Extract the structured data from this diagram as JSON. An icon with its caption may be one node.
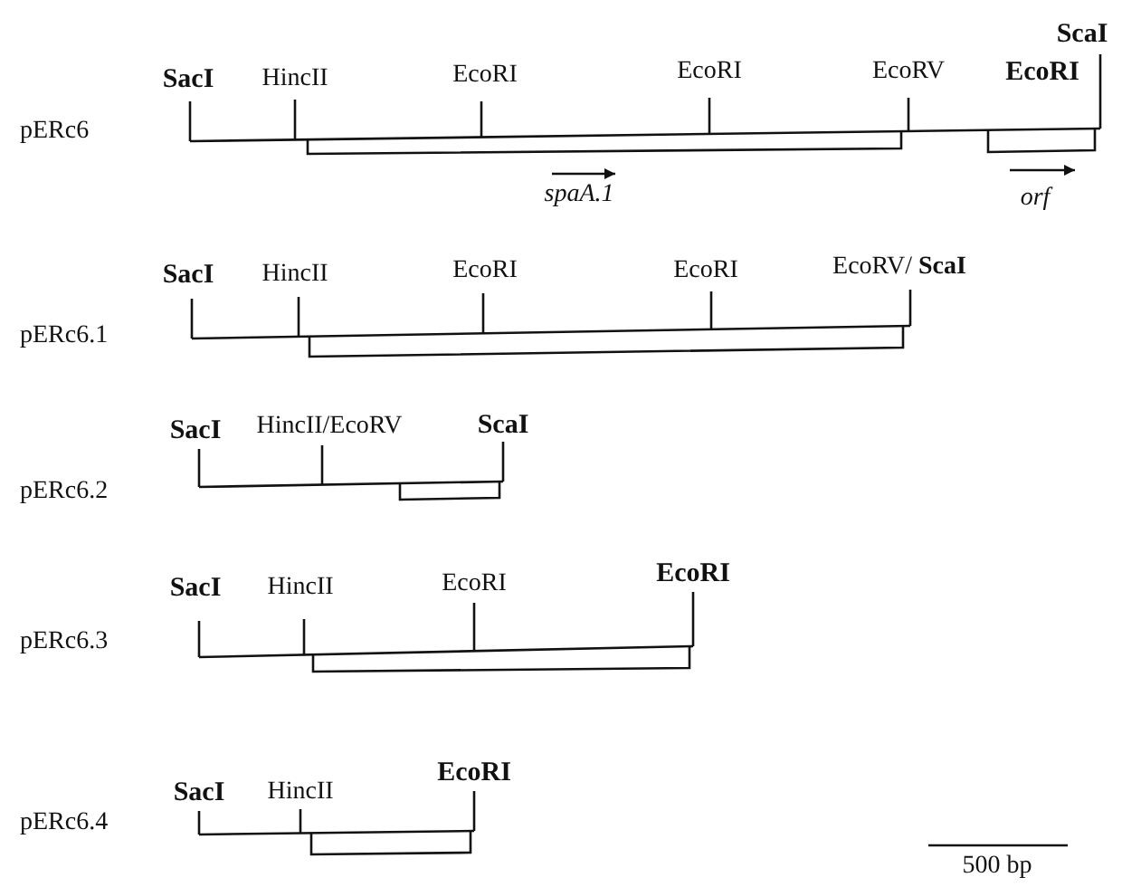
{
  "diagram": {
    "labels": [
      "ScaI",
      "SacI",
      "HincII",
      "EcoRI",
      "EcoRI",
      "EcoRV",
      "EcoRI",
      "pERc6",
      "spaA.1",
      "orf",
      "SacI",
      "HincII",
      "EcoRI",
      "EcoRI",
      "EcoRV/ **ScaI**",
      "pERc6.1",
      "SacI",
      "HincII/EcoRV",
      "ScaI",
      "pERc6.2",
      "SacI",
      "HincII",
      "EcoRI",
      "EcoRI",
      "pERc6.3",
      "SacI",
      "HincII",
      "EcoRI",
      "pERc6.4",
      "500 bp"
    ]
  }
}
